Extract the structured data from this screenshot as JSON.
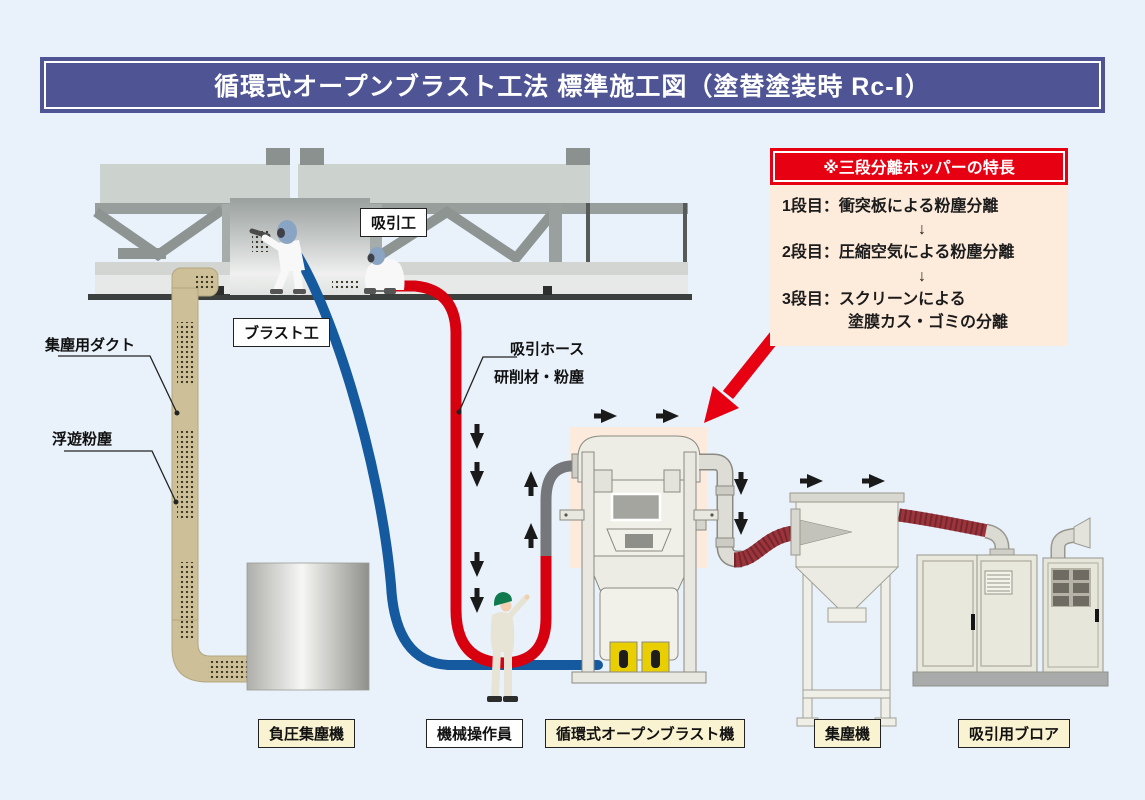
{
  "title": "循環式オープンブラスト工法 標準施工図（塗替塗装時 Rc-Ⅰ）",
  "feature_box": {
    "header": "※三段分離ホッパーの特長",
    "lines": [
      "1段目：衝突板による粉塵分離",
      "↓",
      "2段目：圧縮空気による粉塵分離",
      "↓",
      "3段目：スクリーンによる",
      "塗膜カス・ゴミの分離"
    ]
  },
  "labels": {
    "suction_worker": "吸引工",
    "blast_worker": "ブラスト工",
    "dust_duct": "集塵用ダクト",
    "floating_dust": "浮遊粉塵",
    "suction_hose": "吸引ホース",
    "abrasive_dust": "研削材・粉塵",
    "vacuum_dust_collector": "負圧集塵機",
    "machine_operator": "機械操作員",
    "blast_machine": "循環式オープンブラスト機",
    "dust_collector": "集塵機",
    "suction_blower": "吸引用ブロア"
  },
  "colors": {
    "background": "#e9f2fb",
    "title_bar": "#4e5494",
    "accent_red": "#e60012",
    "panel_cream": "#fdebdc",
    "label_cream": "#faf3d2",
    "hose_red": "#d7000f",
    "hose_blue": "#15599f",
    "corrugated_maroon": "#9c343c",
    "duct_tan": "#cdbf97"
  }
}
